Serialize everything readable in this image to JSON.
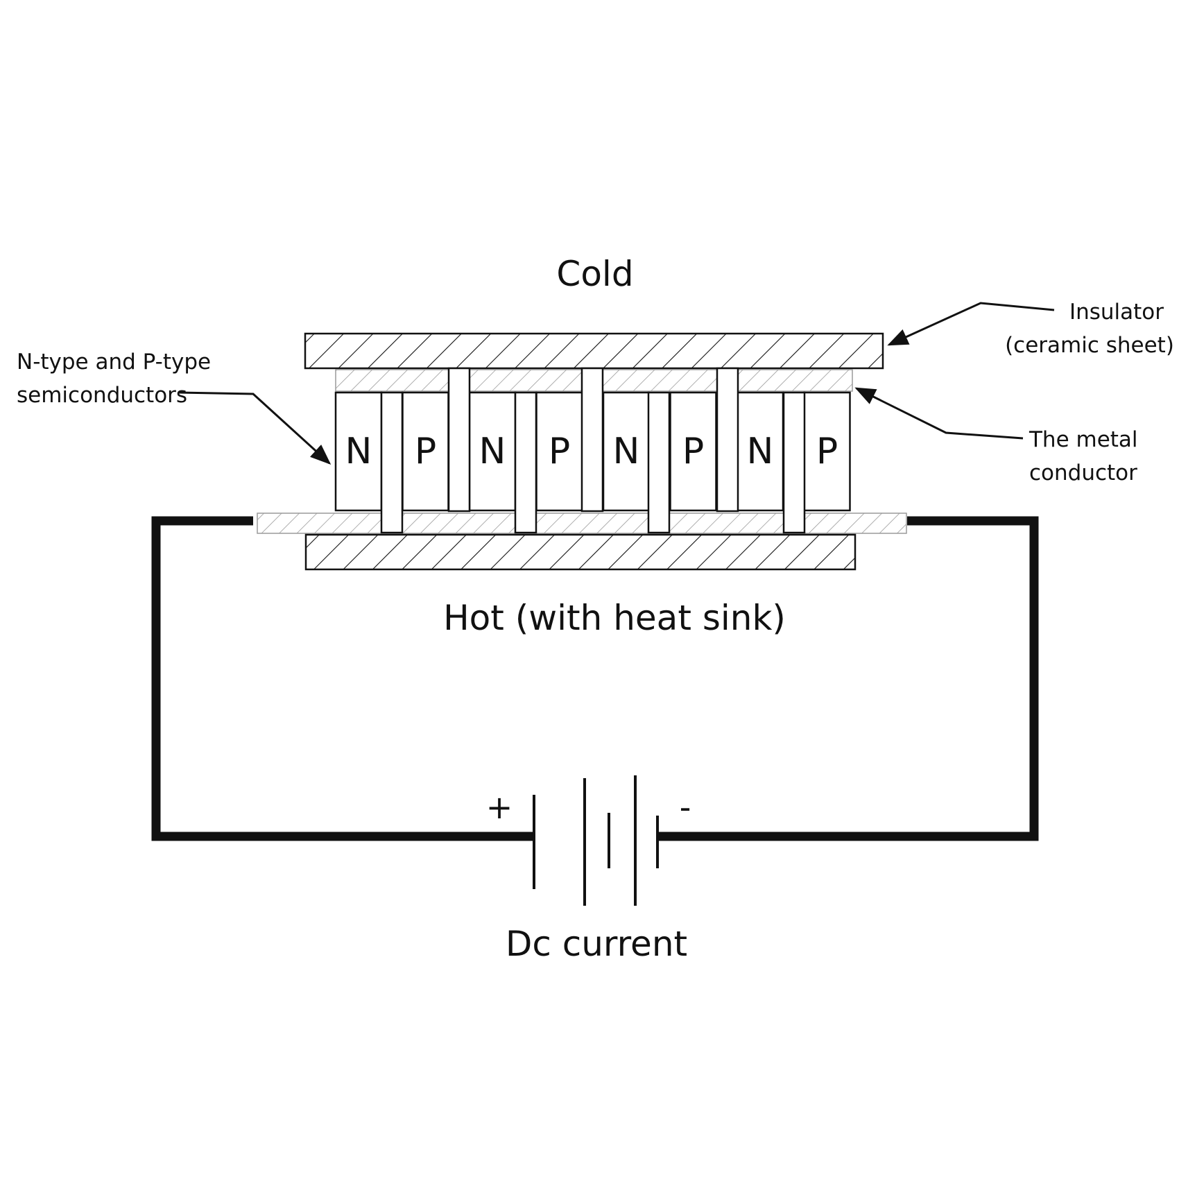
{
  "colors": {
    "line": "#111111",
    "background": "#ffffff",
    "hatch_light": "#9a9a9a"
  },
  "labels": {
    "cold": "Cold",
    "hot": "Hot (with heat sink)",
    "dc_current": "Dc current",
    "plus": "+",
    "minus": "-"
  },
  "callouts": {
    "semiconductors": [
      "N-type and P-type",
      "semiconductors"
    ],
    "insulator": [
      "Insulator",
      "(ceramic sheet)"
    ],
    "metal": [
      "The metal",
      "conductor"
    ]
  },
  "elements": [
    {
      "letter": "N",
      "type": "n"
    },
    {
      "letter": "P",
      "type": "p"
    },
    {
      "letter": "N",
      "type": "n"
    },
    {
      "letter": "P",
      "type": "p"
    },
    {
      "letter": "N",
      "type": "n"
    },
    {
      "letter": "P",
      "type": "p"
    },
    {
      "letter": "N",
      "type": "n"
    },
    {
      "letter": "P",
      "type": "p"
    }
  ]
}
